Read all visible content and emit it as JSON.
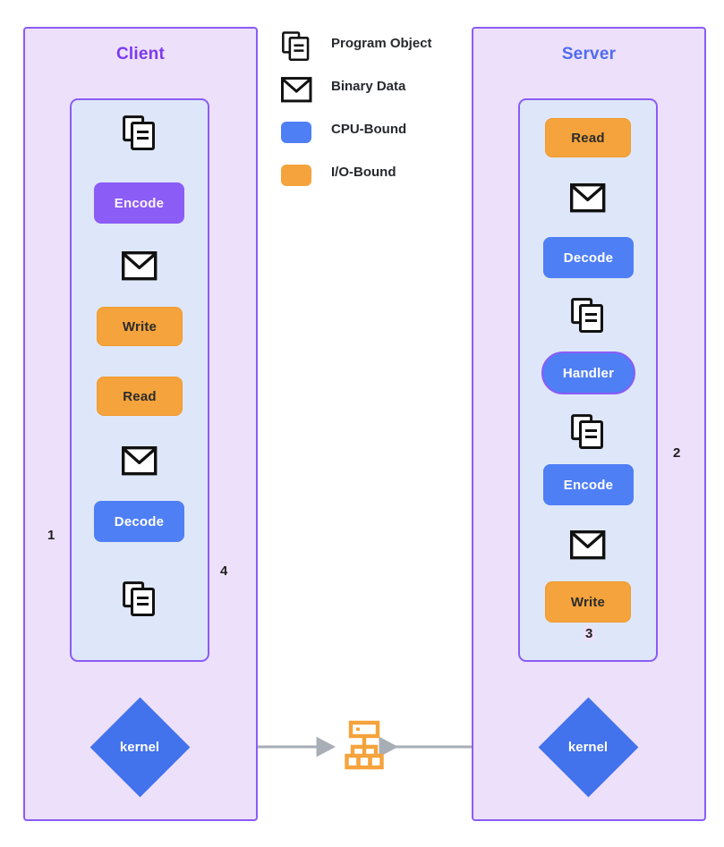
{
  "legend": {
    "items": [
      {
        "icon": "program-object-icon",
        "label": "Program Object"
      },
      {
        "icon": "binary-data-icon",
        "label": "Binary Data"
      },
      {
        "icon": "cpu-bound-swatch",
        "label": "CPU-Bound"
      },
      {
        "icon": "io-bound-swatch",
        "label": "I/O-Bound"
      }
    ]
  },
  "client": {
    "title": "Client",
    "process": {
      "steps": [
        {
          "kind": "icon",
          "icon": "program-object-icon",
          "label": ""
        },
        {
          "kind": "node",
          "style": "encode-highlight",
          "label": "Encode"
        },
        {
          "kind": "icon",
          "icon": "binary-data-icon",
          "label": ""
        },
        {
          "kind": "node",
          "style": "io",
          "label": "Write"
        },
        {
          "kind": "node",
          "style": "io",
          "label": "Read"
        },
        {
          "kind": "icon",
          "icon": "binary-data-icon",
          "label": ""
        },
        {
          "kind": "node",
          "style": "cpu",
          "label": "Decode"
        },
        {
          "kind": "icon",
          "icon": "program-object-icon",
          "label": ""
        }
      ]
    },
    "kernel": {
      "label": "kernel"
    }
  },
  "server": {
    "title": "Server",
    "process": {
      "steps": [
        {
          "kind": "node",
          "style": "io",
          "label": "Read"
        },
        {
          "kind": "icon",
          "icon": "binary-data-icon",
          "label": ""
        },
        {
          "kind": "node",
          "style": "cpu",
          "label": "Decode"
        },
        {
          "kind": "icon",
          "icon": "program-object-icon",
          "label": ""
        },
        {
          "kind": "node",
          "style": "stadium",
          "label": "Handler"
        },
        {
          "kind": "icon",
          "icon": "program-object-icon",
          "label": ""
        },
        {
          "kind": "node",
          "style": "cpu",
          "label": "Encode"
        },
        {
          "kind": "icon",
          "icon": "binary-data-icon",
          "label": ""
        },
        {
          "kind": "node",
          "style": "io",
          "label": "Write"
        }
      ]
    },
    "kernel": {
      "label": "kernel"
    }
  },
  "network": {
    "icon": "network-sitemap-icon"
  },
  "flow_labels": {
    "step1": "1",
    "step2": "2",
    "step3": "3",
    "step4": "4"
  },
  "colors": {
    "pane_fill": "#EDE0FB",
    "pane_border": "#8B5CF6",
    "process_fill": "#DEE7FA",
    "cpu_bound": "#4F7FF5",
    "io_bound": "#F5A33C",
    "encode_highlight": "#8B5CF6",
    "kernel": "#4272EC",
    "client_title": "#7C3AED",
    "server_title": "#4F6BF0",
    "flow_orange": "#F5A33C",
    "flow_red": "#F2555A",
    "net_arrow_gray": "#A8AEB6",
    "step_arrow_gray": "#B9BFC7"
  }
}
